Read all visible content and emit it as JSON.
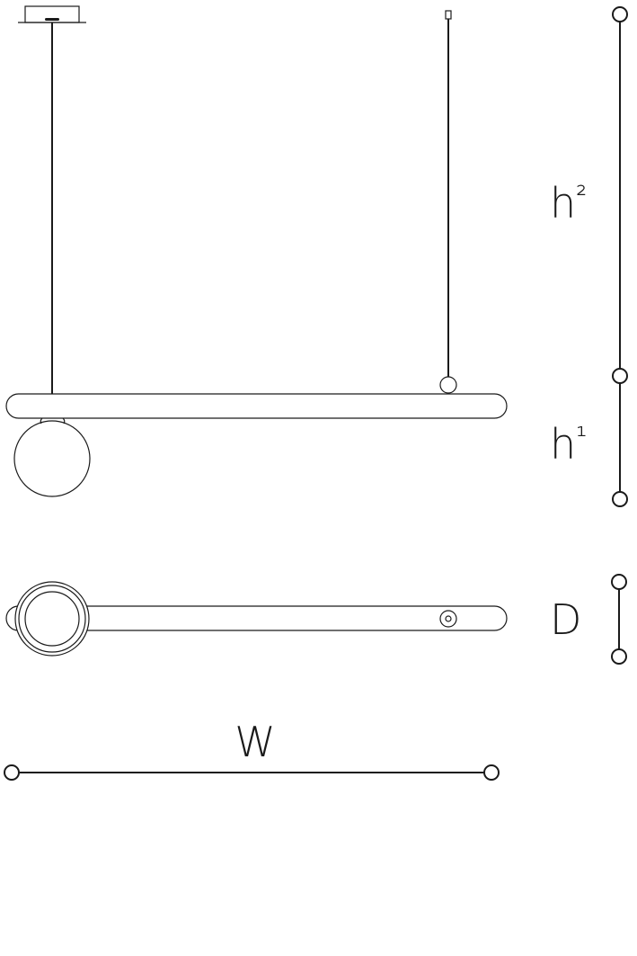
{
  "dimensions": {
    "h2": {
      "base": "h",
      "sup": "²"
    },
    "h1": {
      "base": "h",
      "sup": "¹"
    },
    "depth": "D",
    "width": "W"
  },
  "colors": {
    "line": "#1a1a1a",
    "background": "#ffffff"
  }
}
